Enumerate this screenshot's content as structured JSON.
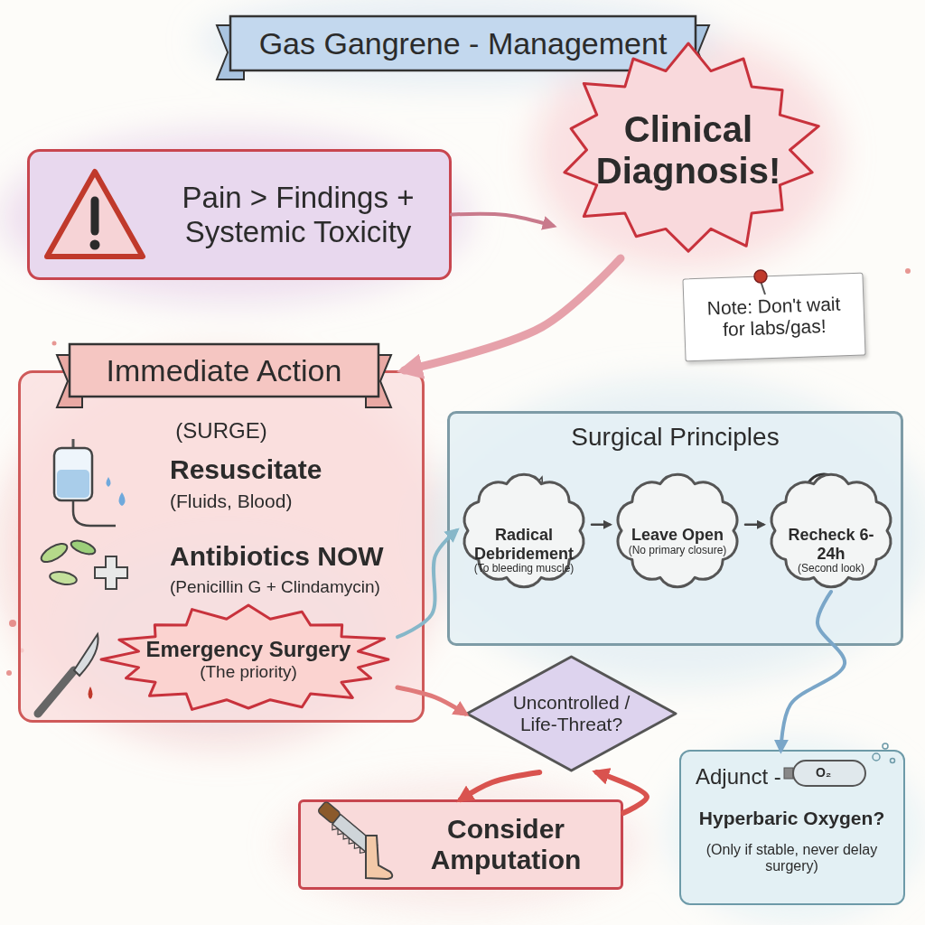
{
  "diagram": {
    "title": "Gas Gangrene - Management",
    "nodes": [
      {
        "text": [
          "Pain > Findings + Systemic Toxicity"
        ]
      },
      {
        "text": [
          "Clinical Diagnosis!"
        ]
      },
      {
        "text": [
          "Note: Don't wait for labs/gas!"
        ]
      },
      {
        "text": [
          "Immediate Action",
          "(SURGE)",
          "Resuscitate",
          "(Fluids, Blood)",
          "Antibiotics NOW",
          "(Penicillin G + Clindamycin)"
        ]
      },
      {
        "text": [
          "Emergency Surgery",
          "(The priority)"
        ],
        "in": 3
      },
      {
        "text": [
          "Surgical Principles"
        ]
      },
      {
        "text": [
          "Radical Debridement",
          "(To bleeding muscle)"
        ],
        "in": 5
      },
      {
        "text": [
          "Leave Open",
          "(No primary closure)"
        ],
        "in": 5
      },
      {
        "text": [
          "Recheck 6-24h",
          "(Second look)"
        ],
        "in": 5
      },
      {
        "text": [
          "Uncontrolled / Life-Threat?"
        ]
      },
      {
        "text": [
          "Consider Amputation"
        ]
      },
      {
        "text": [
          "Adjunct -",
          "Hyperbaric Oxygen?",
          "(Only if stable, never delay surgery)"
        ]
      }
    ],
    "edges": [
      {
        "from": 0,
        "to": 1,
        "arrow": "to"
      },
      {
        "from": 1,
        "to": 3,
        "arrow": "to"
      },
      {
        "from": 4,
        "to": 6,
        "arrow": "to"
      },
      {
        "from": 6,
        "to": 7,
        "arrow": "to"
      },
      {
        "from": 7,
        "to": 8,
        "arrow": "to"
      },
      {
        "from": 4,
        "to": 9,
        "arrow": "to"
      },
      {
        "from": 9,
        "to": 10,
        "arrow": "to"
      },
      {
        "from": 10,
        "to": 9,
        "arrow": "to"
      },
      {
        "from": 8,
        "to": 11,
        "arrow": "to"
      }
    ],
    "labels": [
      "O₂"
    ]
  }
}
